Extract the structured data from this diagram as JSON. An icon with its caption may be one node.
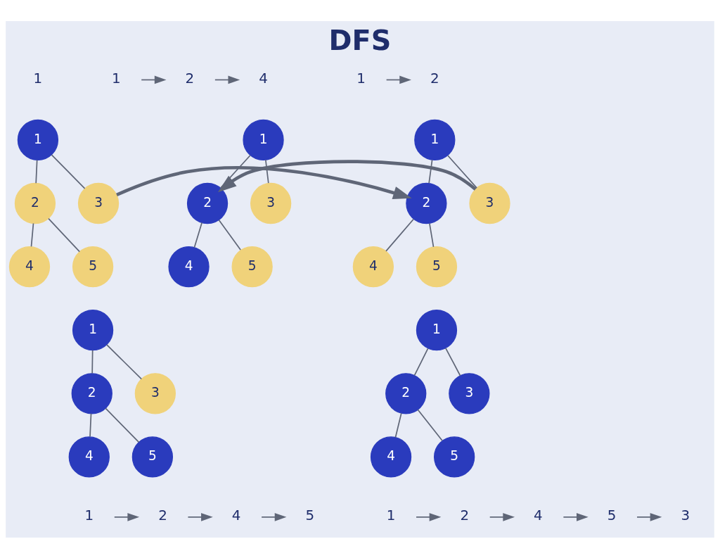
{
  "diagram": {
    "title": "DFS",
    "nodes": [
      {
        "text": [
          "1"
        ]
      },
      {
        "text": [
          "1"
        ]
      },
      {
        "text": [
          "2"
        ]
      },
      {
        "text": [
          "3"
        ]
      },
      {
        "text": [
          "4"
        ]
      },
      {
        "text": [
          "5"
        ]
      },
      {
        "text": [
          "1"
        ]
      },
      {
        "text": [
          "2"
        ]
      },
      {
        "text": [
          "1"
        ]
      },
      {
        "text": [
          "2"
        ]
      },
      {
        "text": [
          "3"
        ]
      },
      {
        "text": [
          "4"
        ]
      },
      {
        "text": [
          "5"
        ]
      },
      {
        "text": [
          "1"
        ]
      },
      {
        "text": [
          "2"
        ]
      },
      {
        "text": [
          "4"
        ]
      },
      {
        "text": [
          "1"
        ]
      },
      {
        "text": [
          "2"
        ]
      },
      {
        "text": [
          "3"
        ]
      },
      {
        "text": [
          "4"
        ]
      },
      {
        "text": [
          "5"
        ]
      },
      {
        "text": [
          "1"
        ]
      },
      {
        "text": [
          "2"
        ]
      },
      {
        "text": [
          "3"
        ]
      },
      {
        "text": [
          "4"
        ]
      },
      {
        "text": [
          "5"
        ]
      },
      {
        "text": [
          "1"
        ]
      },
      {
        "text": [
          "2"
        ]
      },
      {
        "text": [
          "4"
        ]
      },
      {
        "text": [
          "5"
        ]
      },
      {
        "text": [
          "1"
        ]
      },
      {
        "text": [
          "2"
        ]
      },
      {
        "text": [
          "3"
        ]
      },
      {
        "text": [
          "4"
        ]
      },
      {
        "text": [
          "5"
        ]
      },
      {
        "text": [
          "1"
        ]
      },
      {
        "text": [
          "2"
        ]
      },
      {
        "text": [
          "4"
        ]
      },
      {
        "text": [
          "5"
        ]
      },
      {
        "text": [
          "3"
        ]
      }
    ],
    "edges": [
      {
        "from": 1,
        "to": 2,
        "arrow": "none"
      },
      {
        "from": 1,
        "to": 3,
        "arrow": "none"
      },
      {
        "from": 2,
        "to": 4,
        "arrow": "none"
      },
      {
        "from": 2,
        "to": 5,
        "arrow": "none"
      },
      {
        "from": 3,
        "to": 9,
        "arrow": "to",
        "style": "thick"
      },
      {
        "from": 6,
        "to": 7,
        "arrow": "to"
      },
      {
        "from": 8,
        "to": 9,
        "arrow": "none"
      },
      {
        "from": 8,
        "to": 10,
        "arrow": "none"
      },
      {
        "from": 9,
        "to": 11,
        "arrow": "none"
      },
      {
        "from": 9,
        "to": 12,
        "arrow": "none"
      },
      {
        "from": 10,
        "to": 17,
        "arrow": "to",
        "style": "thick"
      },
      {
        "from": 13,
        "to": 14,
        "arrow": "to"
      },
      {
        "from": 14,
        "to": 15,
        "arrow": "to"
      },
      {
        "from": 16,
        "to": 17,
        "arrow": "none"
      },
      {
        "from": 16,
        "to": 18,
        "arrow": "none"
      },
      {
        "from": 17,
        "to": 19,
        "arrow": "none"
      },
      {
        "from": 17,
        "to": 20,
        "arrow": "none"
      },
      {
        "from": 21,
        "to": 22,
        "arrow": "none"
      },
      {
        "from": 21,
        "to": 23,
        "arrow": "none"
      },
      {
        "from": 22,
        "to": 24,
        "arrow": "none"
      },
      {
        "from": 22,
        "to": 25,
        "arrow": "none"
      },
      {
        "from": 26,
        "to": 27,
        "arrow": "to"
      },
      {
        "from": 27,
        "to": 28,
        "arrow": "to"
      },
      {
        "from": 28,
        "to": 29,
        "arrow": "to"
      },
      {
        "from": 30,
        "to": 31,
        "arrow": "none"
      },
      {
        "from": 30,
        "to": 32,
        "arrow": "none"
      },
      {
        "from": 31,
        "to": 33,
        "arrow": "none"
      },
      {
        "from": 31,
        "to": 34,
        "arrow": "none"
      },
      {
        "from": 35,
        "to": 36,
        "arrow": "to"
      },
      {
        "from": 36,
        "to": 37,
        "arrow": "to"
      },
      {
        "from": 37,
        "to": 38,
        "arrow": "to"
      },
      {
        "from": 38,
        "to": 39,
        "arrow": "to"
      }
    ]
  }
}
